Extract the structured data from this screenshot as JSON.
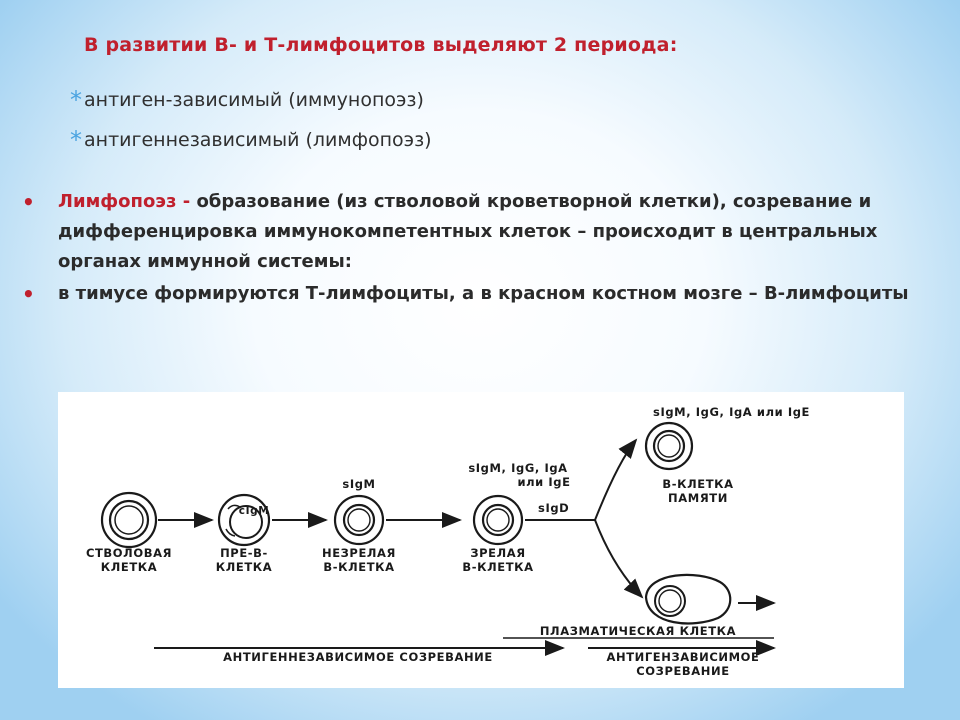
{
  "heading": {
    "title": "В развитии В- и Т-лимфоцитов выделяют 2 периода:",
    "item1": "антиген-зависимый (иммунопоэз)",
    "item2": "антигеннезависимый (лимфопоэз)",
    "star": "*"
  },
  "bullets": {
    "b1_highlight": "Лимфопоэз - ",
    "b1_text": "образование (из стволовой кроветворной клетки), созревание и дифференцировка иммунокомпетентных клеток – происходит в центральных органах иммунной системы:",
    "b2_text": "в тимусе формируются Т-лимфоциты, а в красном костном мозге – В-лимфоциты",
    "marker": "•"
  },
  "diagram": {
    "stem_l1": "СТВОЛОВАЯ",
    "stem_l2": "КЛЕТКА",
    "pre_l1": "ПРЕ-В-",
    "pre_l2": "КЛЕТКА",
    "pre_marker": "cIgM",
    "immature_l1": "НЕЗРЕЛАЯ",
    "immature_l2": "В-КЛЕТКА",
    "immature_marker": "sIgM",
    "mature_l1": "ЗРЕЛАЯ",
    "mature_l2": "В-КЛЕТКА",
    "mature_marker_l1": "sIgM, IgG, IgA",
    "mature_marker_l2": "или IgE",
    "mature_marker_l3": "sIgD",
    "memory_marker": "sIgM, IgG, IgA  или IgE",
    "memory_l1": "В-КЛЕТКА",
    "memory_l2": "ПАМЯТИ",
    "plasma": "ПЛАЗМАТИЧЕСКАЯ КЛЕТКА",
    "ag_indep": "АНТИГЕННЕЗАВИСИМОЕ СОЗРЕВАНИЕ",
    "ag_dep_l1": "АНТИГЕНЗАВИСИМОЕ",
    "ag_dep_l2": "СОЗРЕВАНИЕ"
  }
}
